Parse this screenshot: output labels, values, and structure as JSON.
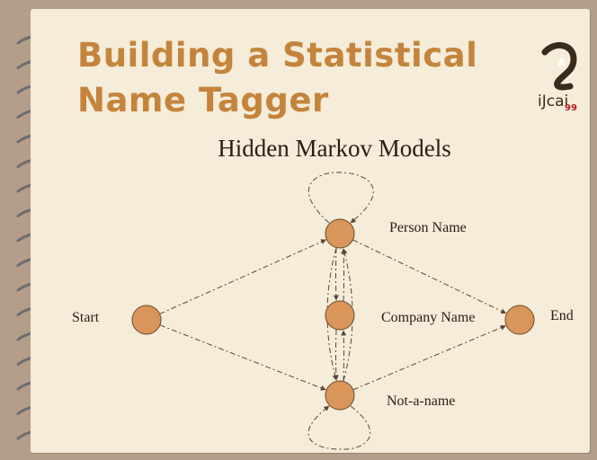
{
  "slide": {
    "title_line1": "Building a Statistical",
    "title_line2": "Name Tagger",
    "subtitle": "Hidden Markov Models"
  },
  "logo": {
    "top_letter": "A",
    "text": "iJcai",
    "number": "99"
  },
  "diagram": {
    "nodes": [
      {
        "id": "start",
        "label": "Start"
      },
      {
        "id": "person",
        "label": "Person Name"
      },
      {
        "id": "company",
        "label": "Company Name"
      },
      {
        "id": "notname",
        "label": "Not-a-name"
      },
      {
        "id": "end",
        "label": "End"
      }
    ],
    "edges": [
      {
        "from": "start",
        "to": "person"
      },
      {
        "from": "start",
        "to": "notname"
      },
      {
        "from": "person",
        "to": "end"
      },
      {
        "from": "notname",
        "to": "end"
      },
      {
        "from": "person",
        "to": "company"
      },
      {
        "from": "company",
        "to": "person"
      },
      {
        "from": "company",
        "to": "notname"
      },
      {
        "from": "notname",
        "to": "company"
      },
      {
        "from": "person",
        "to": "notname"
      },
      {
        "from": "notname",
        "to": "person"
      },
      {
        "from": "person",
        "to": "person"
      },
      {
        "from": "notname",
        "to": "notname"
      }
    ],
    "node_color": "#d9955a",
    "node_stroke": "#6b4a2a",
    "edge_color": "#5a4636"
  },
  "colors": {
    "title": "#c4843c",
    "page": "#f5ecd9",
    "frame": "#b49d89"
  }
}
